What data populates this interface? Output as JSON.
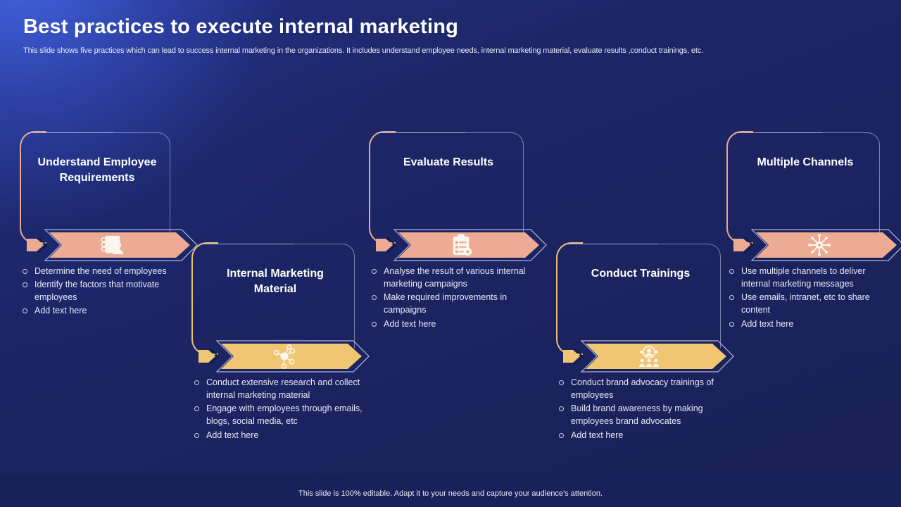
{
  "header": {
    "title": "Best practices to execute internal marketing",
    "subtitle": "This slide shows five practices which can lead to  success internal marketing in the organizations. It includes understand employee needs, internal marketing material, evaluate results ,conduct trainings, etc."
  },
  "colors": {
    "background": "#1b2360",
    "salmon": "#edab94",
    "gold": "#f0c674",
    "arc_salmon": "#e7a892",
    "arc_gold": "#e9c077",
    "dot": "#97a0c4",
    "text": "#ffffff"
  },
  "cards": [
    {
      "id": "understand-employee-requirements",
      "title": "Understand Employee Requirements",
      "accent": "#edab94",
      "arc": "#e7a892",
      "icon": "checklist-person-icon",
      "bullets": [
        "Determine the need of employees",
        "Identify  the factors that motivate employees",
        "Add text here"
      ]
    },
    {
      "id": "internal-marketing-material",
      "title": "Internal Marketing Material",
      "accent": "#f0c674",
      "arc": "#e9c077",
      "icon": "network-nodes-icon",
      "bullets": [
        "Conduct extensive  research and collect internal marketing material",
        "Engage with employees through emails, blogs, social media, etc",
        "Add text here"
      ]
    },
    {
      "id": "evaluate-results",
      "title": "Evaluate Results",
      "accent": "#edab94",
      "arc": "#e7a892",
      "icon": "clipboard-gear-icon",
      "bullets": [
        "Analyse the result of various internal marketing campaigns",
        "Make required improvements  in campaigns",
        "Add text here"
      ]
    },
    {
      "id": "conduct-trainings",
      "title": "Conduct Trainings",
      "accent": "#f0c674",
      "arc": "#e9c077",
      "icon": "training-audience-icon",
      "bullets": [
        "Conduct brand advocacy trainings of employees",
        "Build brand awareness by making employees brand advocates",
        "Add text here"
      ]
    },
    {
      "id": "multiple-channels",
      "title": "Multiple Channels",
      "accent": "#edab94",
      "arc": "#e7a892",
      "icon": "hub-spokes-icon",
      "bullets": [
        "Use multiple channels  to deliver internal marketing messages",
        "Use emails, intranet,  etc to share content",
        "Add text here"
      ]
    }
  ],
  "footer": {
    "note": "This slide is 100% editable. Adapt it to your needs and capture your audience's attention."
  }
}
